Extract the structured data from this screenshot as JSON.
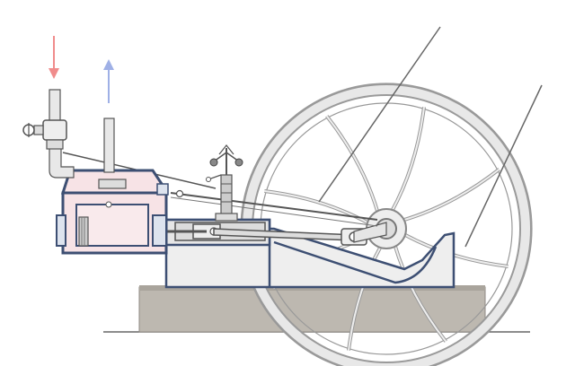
{
  "diagram": {
    "subject": "horizontal-mill-steam-engine-cutaway",
    "colors": {
      "background": "#ffffff",
      "outline": "#3d4f73",
      "line": "#555555",
      "metal": "#dcdcdc",
      "metal_light": "#eeeeee",
      "steam": "#f7e3e6",
      "base": "#bdb8b0",
      "arrow_in": "#f08c8c",
      "arrow_out": "#9fb0e6"
    },
    "arrows": [
      {
        "name": "steam-inlet-arrow",
        "direction": "down"
      },
      {
        "name": "exhaust-outlet-arrow",
        "direction": "up"
      }
    ],
    "flywheel": {
      "spokes": 8
    }
  }
}
